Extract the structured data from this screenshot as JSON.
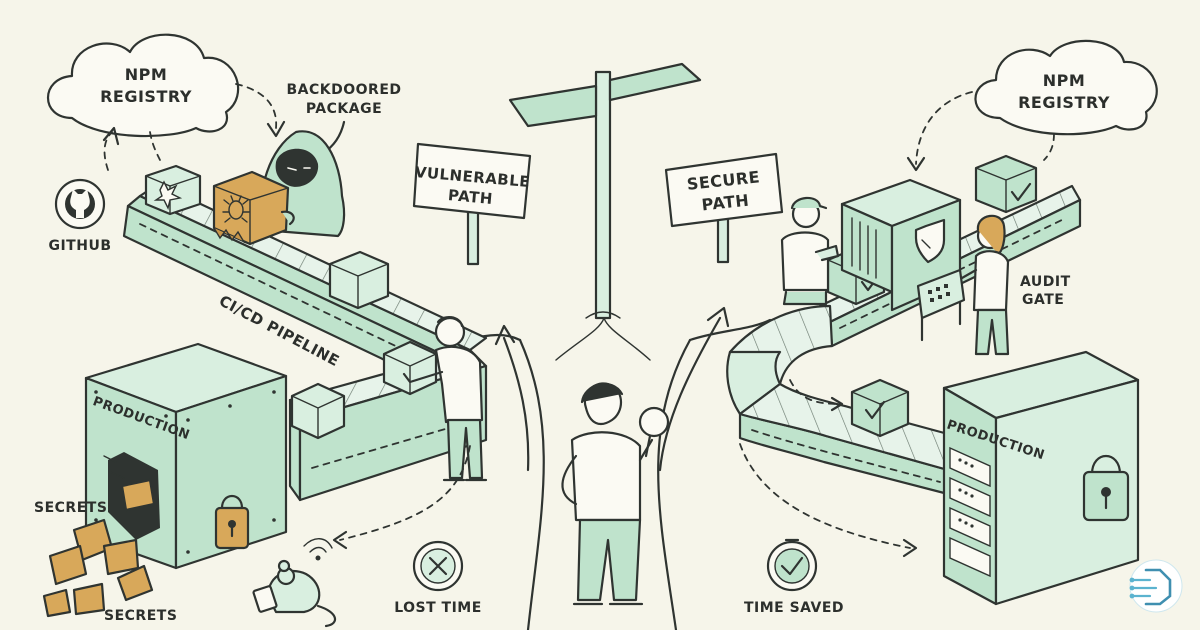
{
  "labels": {
    "npm_registry_left_1": "NPM",
    "npm_registry_left_2": "REGISTRY",
    "npm_registry_right_1": "NPM",
    "npm_registry_right_2": "REGISTRY",
    "backdoored_1": "BACKDOORED",
    "backdoored_2": "PACKAGE",
    "github": "GITHUB",
    "cicd": "CI/CD PIPELINE",
    "vulnerable_1": "VULNERABLE",
    "vulnerable_2": "PATH",
    "secure_1": "SECURE",
    "secure_2": "PATH",
    "audit_1": "AUDIT",
    "audit_2": "GATE",
    "production_left": "PRODUCTION",
    "production_right": "PRODUCTION",
    "secrets_1": "SECRETS",
    "secrets_2": "SECRETS",
    "lost_time": "LOST TIME",
    "time_saved": "TIME SAVED"
  },
  "colors": {
    "background": "#f6f5ea",
    "mint": "#bfe3cc",
    "mint_light": "#d9efe0",
    "kraft": "#d8a85a",
    "ink": "#2f3431"
  },
  "icons": {
    "github": "github-icon",
    "lost_time": "clock-x-icon",
    "time_saved": "clock-check-icon",
    "magnifier": "magnifier-icon",
    "bug": "bug-icon",
    "shield": "shield-icon",
    "padlock": "padlock-icon",
    "watermark": "circuit-brain-icon"
  }
}
